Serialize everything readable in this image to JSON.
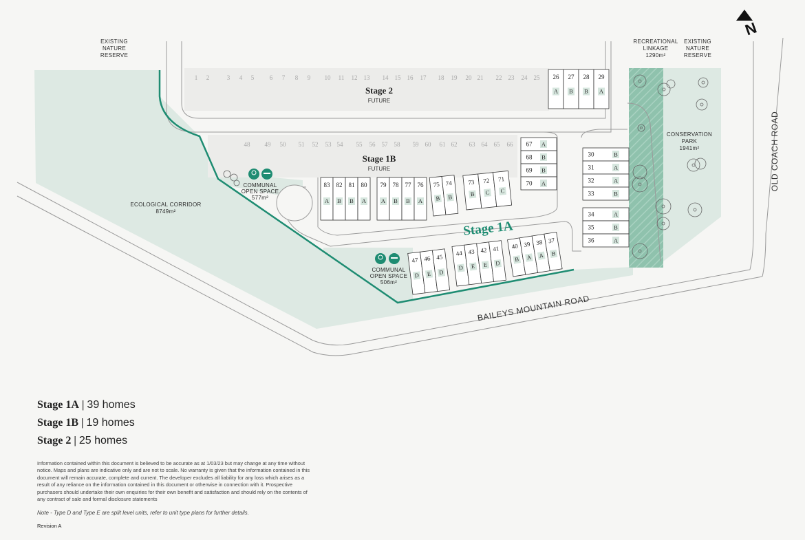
{
  "labels": {
    "existing_nature_reserve_left": [
      "EXISTING",
      "NATURE",
      "RESERVE"
    ],
    "existing_nature_reserve_right": [
      "EXISTING",
      "NATURE",
      "RESERVE"
    ],
    "recreational_linkage": [
      "RECREATIONAL",
      "LINKAGE",
      "1290m²"
    ],
    "conservation_park": [
      "CONSERVATION",
      "PARK",
      "1941m²"
    ],
    "ecological_corridor": [
      "ECOLOGICAL CORRIDOR",
      "8749m²"
    ],
    "communal_open_space_1": [
      "COMMUNAL",
      "OPEN SPACE",
      "577m²"
    ],
    "communal_open_space_2": [
      "COMMUNAL",
      "OPEN SPACE",
      "506m²"
    ],
    "baileys_mountain_road": "BAILEYS MOUNTAIN ROAD",
    "old_coach_road": "OLD COACH ROAD",
    "north": "N"
  },
  "stages": {
    "stage2": {
      "title": "Stage 2",
      "subtitle": "FUTURE"
    },
    "stage1b": {
      "title": "Stage 1B",
      "subtitle": "FUTURE"
    },
    "stage1a": {
      "title": "Stage 1A"
    }
  },
  "stage2_future_lots": [
    "1",
    "2",
    "3",
    "4",
    "5",
    "6",
    "7",
    "8",
    "9",
    "10",
    "11",
    "12",
    "13",
    "14",
    "15",
    "16",
    "17",
    "18",
    "19",
    "20",
    "21",
    "22",
    "23",
    "24",
    "25"
  ],
  "stage2_lots": [
    {
      "n": "26",
      "t": "A"
    },
    {
      "n": "27",
      "t": "B"
    },
    {
      "n": "28",
      "t": "B"
    },
    {
      "n": "29",
      "t": "A"
    }
  ],
  "stage1b_future_lots": [
    "48",
    "49",
    "50",
    "51",
    "52",
    "53",
    "54",
    "55",
    "56",
    "57",
    "58",
    "59",
    "60",
    "61",
    "62",
    "63",
    "64",
    "65",
    "66"
  ],
  "lots_67_70": [
    {
      "n": "67",
      "t": "A"
    },
    {
      "n": "68",
      "t": "B"
    },
    {
      "n": "69",
      "t": "B"
    },
    {
      "n": "70",
      "t": "A"
    }
  ],
  "lots_30_36": [
    {
      "n": "30",
      "t": "B"
    },
    {
      "n": "31",
      "t": "A"
    },
    {
      "n": "32",
      "t": "A"
    },
    {
      "n": "33",
      "t": "B"
    },
    {
      "n": "34",
      "t": "A"
    },
    {
      "n": "35",
      "t": "B"
    },
    {
      "n": "36",
      "t": "A"
    }
  ],
  "lots_83_80": [
    {
      "n": "83",
      "t": "A"
    },
    {
      "n": "82",
      "t": "B"
    },
    {
      "n": "81",
      "t": "B"
    },
    {
      "n": "80",
      "t": "A"
    }
  ],
  "lots_79_76": [
    {
      "n": "79",
      "t": "A"
    },
    {
      "n": "78",
      "t": "B"
    },
    {
      "n": "77",
      "t": "B"
    },
    {
      "n": "76",
      "t": "A"
    }
  ],
  "lots_75_74": [
    {
      "n": "75",
      "t": "B"
    },
    {
      "n": "74",
      "t": "B"
    }
  ],
  "lots_73_71": [
    {
      "n": "73",
      "t": "B"
    },
    {
      "n": "72",
      "t": "C"
    },
    {
      "n": "71",
      "t": "C"
    }
  ],
  "lots_47_45": [
    {
      "n": "47",
      "t": "D"
    },
    {
      "n": "46",
      "t": "E"
    },
    {
      "n": "45",
      "t": "D"
    }
  ],
  "lots_44_41": [
    {
      "n": "44",
      "t": "D"
    },
    {
      "n": "43",
      "t": "E"
    },
    {
      "n": "42",
      "t": "E"
    },
    {
      "n": "41",
      "t": "D"
    }
  ],
  "lots_40_37": [
    {
      "n": "40",
      "t": "B"
    },
    {
      "n": "39",
      "t": "A"
    },
    {
      "n": "38",
      "t": "A"
    },
    {
      "n": "37",
      "t": "B"
    }
  ],
  "summary": [
    {
      "stage": "Stage 1A",
      "sep": "|",
      "homes": "39 homes"
    },
    {
      "stage": "Stage 1B",
      "sep": "|",
      "homes": "19 homes"
    },
    {
      "stage": "Stage 2",
      "sep": "|",
      "homes": "25 homes"
    }
  ],
  "disclaimer": "Information contained within this document is believed to be accurate as at 1/03/23 but may change at any time without notice. Maps and plans are indicative only and are not to scale. No warranty is given that the information contained in this document will remain accurate, complete and current. The developer excludes all liability for any loss which arises as a result of any reliance on the information contained in this document or otherwise in connection with it. Prospective purchasers should undertake their own enquiries for their own benefit and satisfaction and should rely on the contents of any contract of sale and formal disclosure statements",
  "note": "Note - Type D and Type E are split level units, refer to unit type plans for further details.",
  "revision": "Revision A",
  "colors": {
    "green_light": "#dde9e3",
    "green_dark": "#8fc2ad",
    "accent": "#1e8c72",
    "lot_tag": "#d6e6de"
  }
}
